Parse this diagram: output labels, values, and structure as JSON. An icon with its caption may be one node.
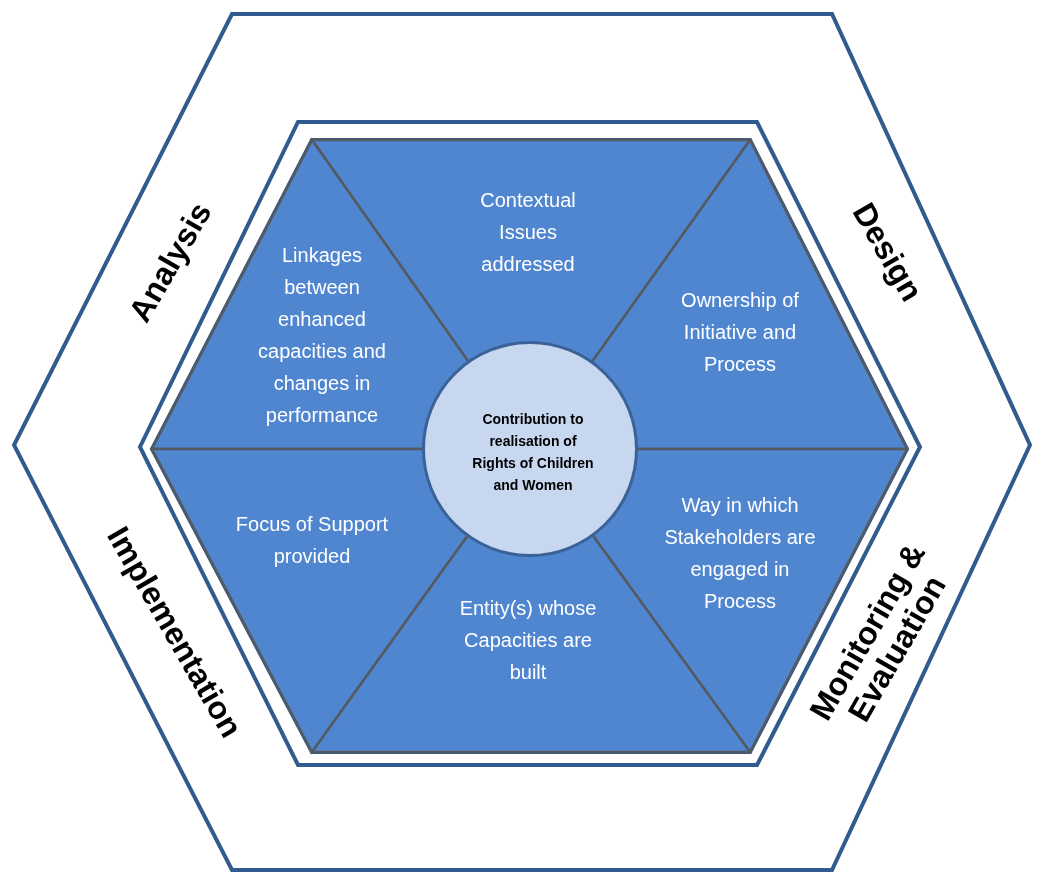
{
  "diagram": {
    "nodes": [
      {
        "text": [
          "Analysis",
          "Design",
          "Implementation",
          "Monitoring & Evaluation"
        ]
      },
      {
        "text": [],
        "shape": "hexagon",
        "in": 0
      },
      {
        "text": [
          "Contextual Issues addressed"
        ],
        "in": 1
      },
      {
        "text": [
          "Linkages between enhanced capacities and changes in performance"
        ],
        "in": 1
      },
      {
        "text": [
          "Ownership of Initiative and Process"
        ],
        "in": 1
      },
      {
        "text": [
          "Contribution to realisation of Rights of Children and Women"
        ],
        "in": 1
      },
      {
        "text": [
          "Focus of Support provided"
        ],
        "in": 1
      },
      {
        "text": [
          "Way in which Stakeholders are engaged in Process"
        ],
        "in": 1
      },
      {
        "text": [
          "Entity(s) whose Capacities are built"
        ],
        "in": 1
      }
    ]
  }
}
